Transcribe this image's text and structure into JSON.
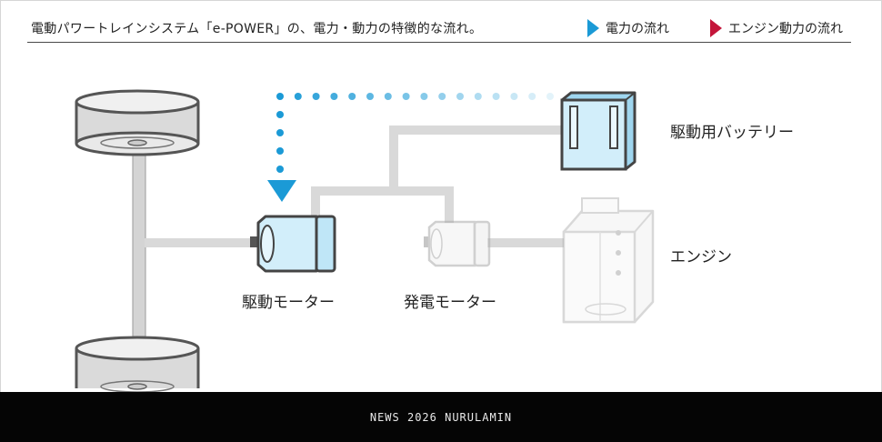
{
  "header": {
    "title": "電動パワートレインシステム「e-POWER」の、電力・動力の特徴的な流れ。"
  },
  "legend": {
    "electric_flow": "電力の流れ",
    "engine_flow": "エンジン動力の流れ",
    "electric_color": "#1b9ad6",
    "engine_color": "#c4153a"
  },
  "components": {
    "battery": "駆動用バッテリー",
    "engine": "エンジン",
    "drive_motor": "駆動モーター",
    "generator_motor": "発電モーター"
  },
  "footer": {
    "text": "NEWS 2026 NURULAMIN"
  }
}
